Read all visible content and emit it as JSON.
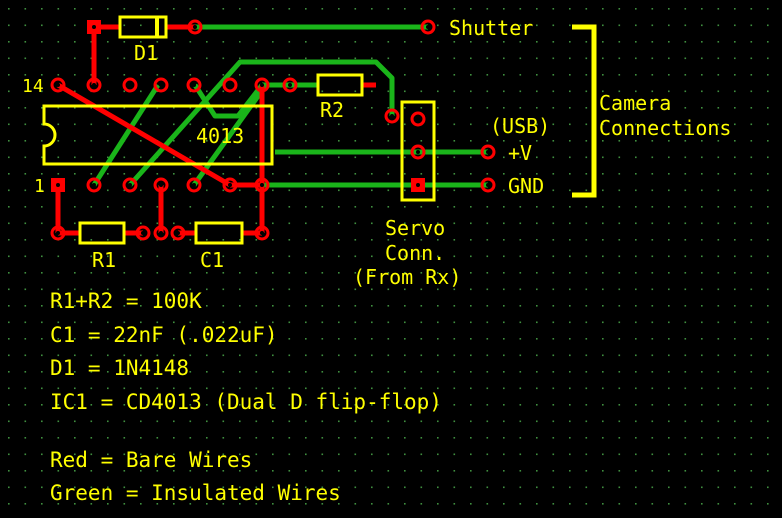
{
  "labels": {
    "d1": "D1",
    "r1": "R1",
    "r2": "R2",
    "c1": "C1",
    "ic": "4013",
    "pin14": "14",
    "pin1": "1",
    "shutter": "Shutter",
    "usb": "(USB)",
    "plus_v": "+V",
    "gnd": "GND",
    "camera_line1": "Camera",
    "camera_line2": "Connections",
    "servo_line1": "Servo",
    "servo_line2": "Conn.",
    "servo_line3": "(From Rx)"
  },
  "notes": [
    "R1+R2 = 100K",
    "C1 = 22nF (.022uF)",
    "D1 = 1N4148",
    "IC1 = CD4013 (Dual D flip-flop)"
  ],
  "legend": [
    "Red = Bare Wires",
    "Green = Insulated Wires"
  ],
  "colors": {
    "background": "#000000",
    "grid_dots": "#4fa24f",
    "bare_wire": "#ff0000",
    "insulated_wire": "#1ab51a",
    "silkscreen": "#ffff00"
  }
}
